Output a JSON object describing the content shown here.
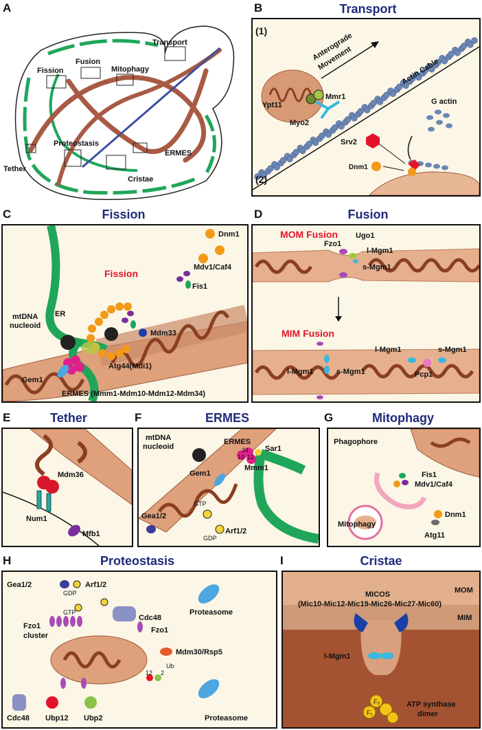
{
  "panels": {
    "A": {
      "letter": "A",
      "labels": {
        "transport": "Transport",
        "fission": "Fission",
        "fusion": "Fusion",
        "mitophagy": "Mitophagy",
        "proteostasis": "Proteostasis",
        "tether": "Tether",
        "ermes": "ERMES",
        "cristae": "Cristae"
      }
    },
    "B": {
      "letter": "B",
      "title": "Transport",
      "step1": "(1)",
      "step2": "(2)",
      "anterograde": "Anterograde",
      "movement": "Movement",
      "actin_cable": "Actin Cable",
      "ypt11": "Ypt11",
      "mmr1": "Mmr1",
      "myo2": "Myo2",
      "g_actin": "G actin",
      "srv2": "Srv2",
      "dnm1": "Dnm1"
    },
    "C": {
      "letter": "C",
      "title": "Fission",
      "fission_red": "Fission",
      "dnm1": "Dnm1",
      "mdv1": "Mdv1/Caf4",
      "fis1": "Fis1",
      "mdm33": "Mdm33",
      "mtdna1": "mtDNA",
      "mtdna2": "nucleoid",
      "er": "ER",
      "atg44": "Atg44(Mdi1)",
      "gem1": "Gem1",
      "ermes": "ERMES (Mmm1-Mdm10-Mdm12-Mdm34)"
    },
    "D": {
      "letter": "D",
      "title": "Fusion",
      "mom": "MOM Fusion",
      "mim": "MIM Fusion",
      "fzo1": "Fzo1",
      "ugo1": "Ugo1",
      "l_mgm1": "l-Mgm1",
      "s_mgm1": "s-Mgm1",
      "l_mgm1_b": "l-Mgm1",
      "s_mgm1_b": "s-Mgm1",
      "l_mgm1_c": "l-Mgm1",
      "s_mgm1_c": "s-Mgm1",
      "pcp1": "Pcp1"
    },
    "E": {
      "letter": "E",
      "title": "Tether",
      "mdm36": "Mdm36",
      "num1": "Num1",
      "mfb1": "Mfb1"
    },
    "F": {
      "letter": "F",
      "title": "ERMES",
      "mtdna1": "mtDNA",
      "mtdna2": "nucleoid",
      "ermes": "ERMES",
      "sar1": "Sar1",
      "gem1": "Gem1",
      "mmm1": "Mmm1",
      "gtp": "GTP",
      "gdp": "GDP",
      "gea": "Gea1/2",
      "arf": "Arf1/2",
      "n34": "34",
      "n10": "10",
      "n12": "12"
    },
    "G": {
      "letter": "G",
      "title": "Mitophagy",
      "phagophore": "Phagophore",
      "fis1": "Fis1",
      "mdv1": "Mdv1/Caf4",
      "mitophagy": "Mitophagy",
      "dnm1": "Dnm1",
      "atg11": "Atg11"
    },
    "H": {
      "letter": "H",
      "title": "Proteostasis",
      "gea": "Gea1/2",
      "gdp": "GDP",
      "arf": "Arf1/2",
      "gtp": "GTP",
      "proteasome1": "Proteasome",
      "cdc48a": "Cdc48",
      "fzo1c1": "Fzo1",
      "fzo1c2": "cluster",
      "fzo1": "Fzo1",
      "mdm30": "Mdm30/Rsp5",
      "ub": "Ub",
      "n12": "12",
      "n2": "2",
      "cdc48b": "Cdc48",
      "ubp12": "Ubp12",
      "ubp2": "Ubp2",
      "proteasome2": "Proteasome"
    },
    "I": {
      "letter": "I",
      "title": "Cristae",
      "mom": "MOM",
      "micos": "MICOS",
      "micos_sub": "(Mic10-Mic12-Mic19-Mic26-Mic27-Mic60)",
      "mim": "MIM",
      "l_mgm1": "l-Mgm1",
      "fo": "F₀",
      "f1": "F₁",
      "atp1": "ATP synthase",
      "atp2": "dimer"
    }
  },
  "colors": {
    "title": "#1f2a7a",
    "red": "#e3142a",
    "er_green": "#1fa65a",
    "mito": "#c98a68",
    "actin": "#6a86b4",
    "dnm1": "#f29a18"
  }
}
